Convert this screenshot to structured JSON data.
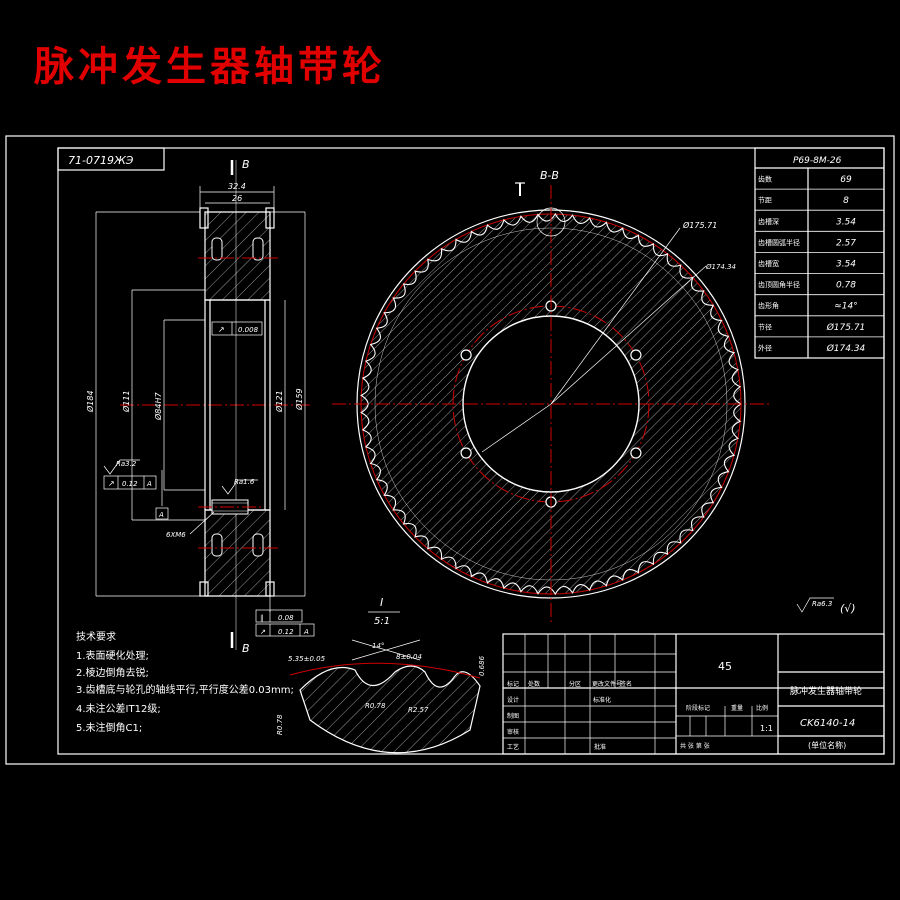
{
  "title": "脉冲发生器轴带轮",
  "drawing_no_box": "71-0719ЖЭ",
  "side_view": {
    "section_mark_top": "B",
    "section_mark_bottom": "B",
    "dims": {
      "width_outer": "32.4",
      "width_inner": "26",
      "d184": "Ø184",
      "d111": "Ø111",
      "d84": "Ø84H7",
      "d121": "Ø121",
      "d159": "Ø159",
      "runout": "0.008",
      "roughness_bore": "Ra3.2",
      "tol1": "0.12",
      "datum_a": "A",
      "roughness_face": "Ra1.6",
      "thread": "6XM6",
      "tol2": "0.08",
      "tol3": "0.12"
    }
  },
  "front_view": {
    "section_label": "B-B",
    "d_pitch": "Ø175.71",
    "d_outer": "Ø174.34"
  },
  "spec_table": {
    "header": "P69-8M-26",
    "rows": [
      {
        "label": "齿数",
        "value": "69"
      },
      {
        "label": "节距",
        "value": "8"
      },
      {
        "label": "齿槽深",
        "value": "3.54"
      },
      {
        "label": "齿槽圆弧半径",
        "value": "2.57"
      },
      {
        "label": "齿槽宽",
        "value": "3.54"
      },
      {
        "label": "齿顶圆角半径",
        "value": "0.78"
      },
      {
        "label": "齿形角",
        "value": "≈14°"
      },
      {
        "label": "节径",
        "value": "Ø175.71"
      },
      {
        "label": "外径",
        "value": "Ø174.34"
      }
    ]
  },
  "roughness_note": "Ra6.3",
  "detail": {
    "label": "I",
    "scale": "5:1",
    "angle": "14°",
    "d1": "5.35±0.05",
    "d2": "R0.78",
    "d3": "R2.57",
    "d4": "0.686",
    "d5": "8±0.04",
    "d6": "R0.78"
  },
  "tech_requirements": {
    "heading": "技术要求",
    "items": [
      "1.表面硬化处理;",
      "2.棱边倒角去锐;",
      "3.齿槽底与轮孔的轴线平行,平行度公差0.03mm;",
      "4.未注公差IT12级;",
      "5.未注倒角C1;"
    ]
  },
  "title_block": {
    "material": "45",
    "part_name": "脉冲发生器轴带轮",
    "drawing_number": "CK6140-14",
    "scale": "1:1",
    "unit": "(单位名称)",
    "headers": [
      "标记",
      "处数",
      "分区",
      "更改文件号",
      "签名"
    ],
    "design": "设计",
    "standardize": "标准化",
    "stage_mark": "阶段标记",
    "weight": "重量",
    "ratio": "比例",
    "draw": "制图",
    "review": "审核",
    "process": "工艺",
    "approve": "批准",
    "sheets": "共 张 第 张"
  }
}
